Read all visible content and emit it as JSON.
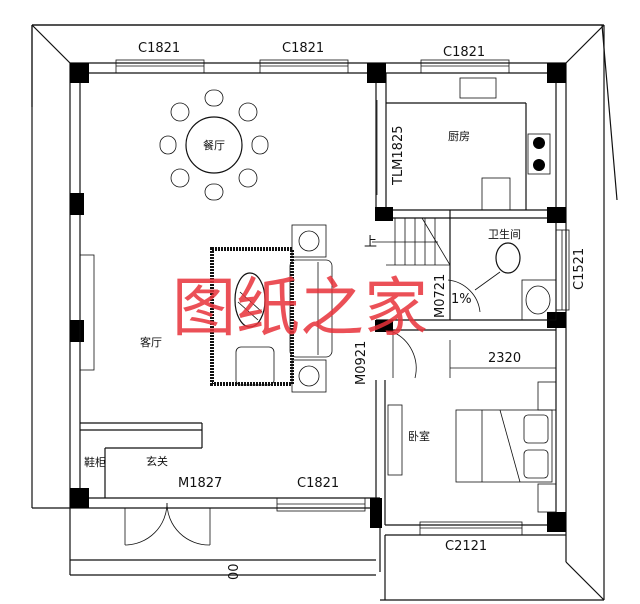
{
  "plan": {
    "rooms": {
      "dining": "餐厅",
      "kitchen": "厨房",
      "bathroom": "卫生间",
      "living": "客厅",
      "foyer": "玄关",
      "shoe_cabinet": "鞋柜",
      "bedroom": "卧室"
    },
    "windows": {
      "top_left": "C1821",
      "top_mid": "C1821",
      "top_right": "C1821",
      "right_bath": "C1521",
      "bottom_mid": "C1821",
      "bottom_bedroom": "C2121"
    },
    "doors": {
      "kitchen_sliding": "TLM1825",
      "bathroom": "M0721",
      "bedroom": "M0921",
      "entrance": "M1827"
    },
    "annotations": {
      "stair_up": "上",
      "slope": "1%",
      "dimension_2320": "2320",
      "step_mark": "00"
    },
    "watermark": "图纸之家",
    "colors": {
      "line": "#111111",
      "column": "#000000",
      "watermark": "#e8323a"
    }
  }
}
